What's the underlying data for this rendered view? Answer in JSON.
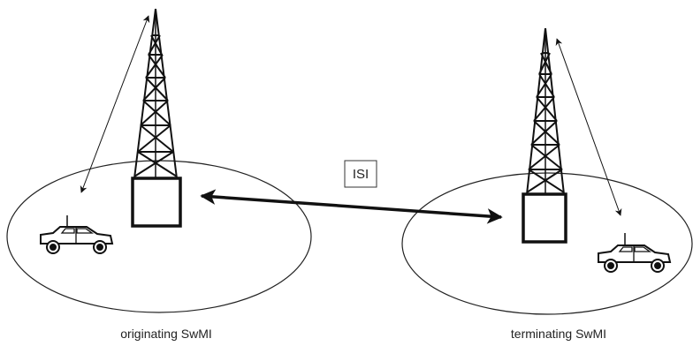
{
  "diagram": {
    "left_cell_label": "originating SwMI",
    "right_cell_label": "terminating  SwMI",
    "interconnect_label": "ISI"
  },
  "colors": {
    "stroke": "#111111",
    "background": "#ffffff"
  },
  "icons": {
    "tower": "radio-tower-icon",
    "base_station": "base-station-box-icon",
    "vehicle": "car-icon"
  }
}
